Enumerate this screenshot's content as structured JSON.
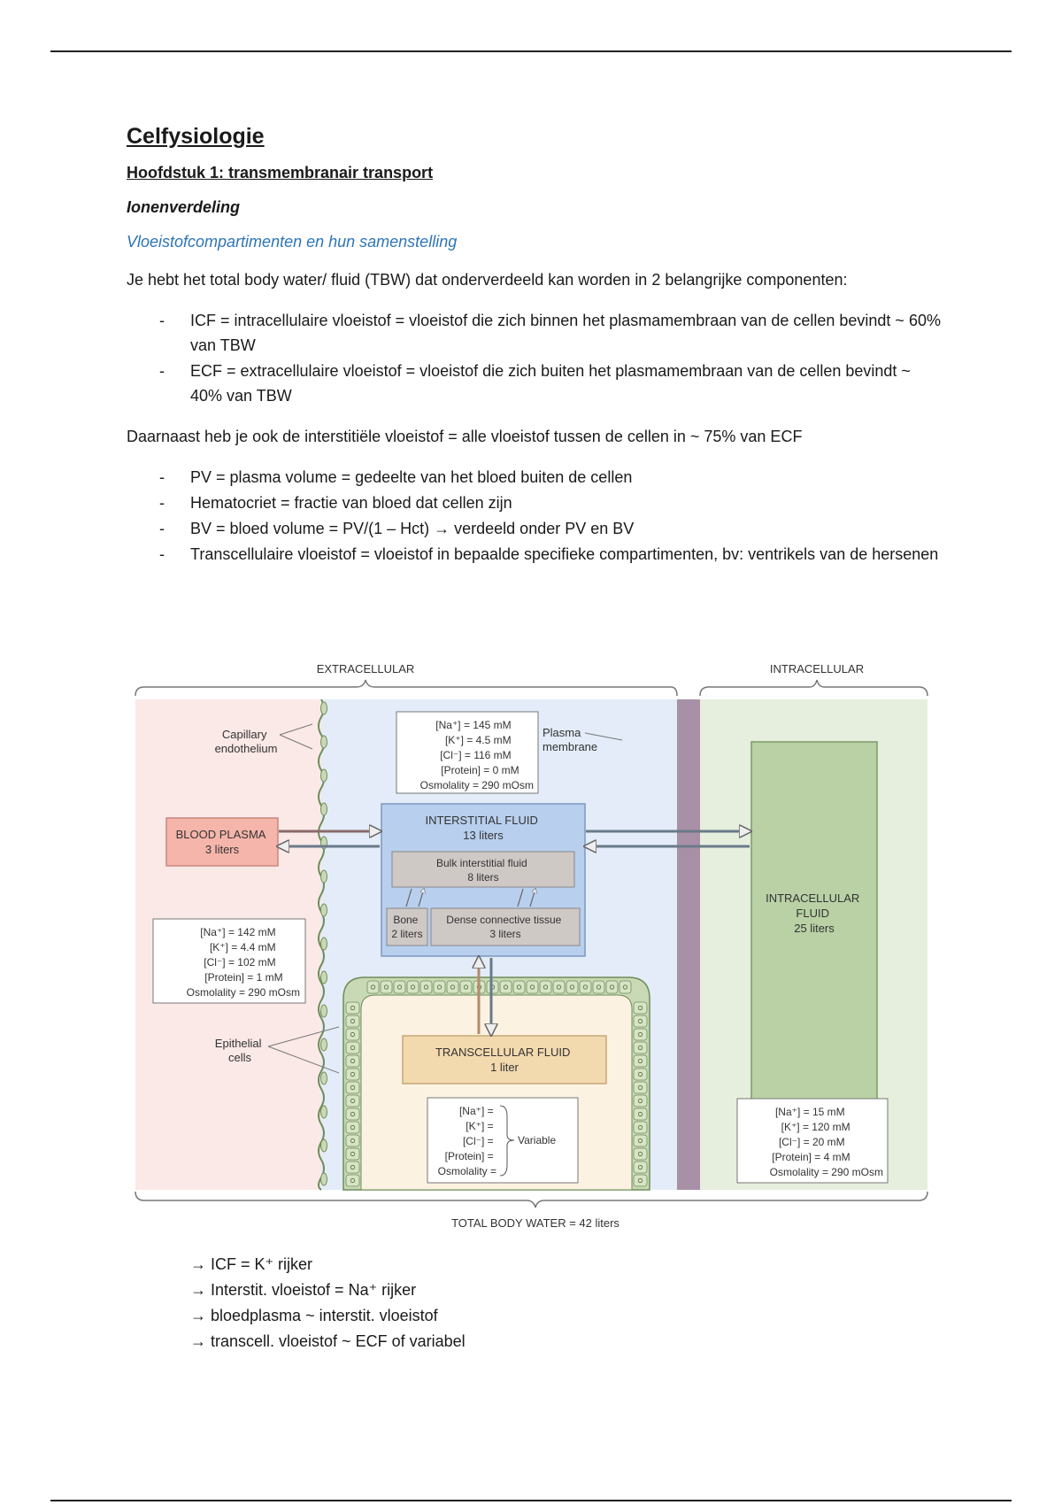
{
  "title": "Celfysiologie",
  "chapter": "Hoofdstuk 1: transmembranair transport",
  "section": "Ionenverdeling",
  "subsection": "Vloeistofcompartimenten en hun samenstelling",
  "intro": "Je hebt het total body water/ fluid (TBW) dat onderverdeeld kan worden in 2 belangrijke componenten:",
  "list1": [
    "ICF = intracellulaire vloeistof = vloeistof die zich binnen het plasmamembraan van de cellen bevindt ~ 60% van TBW",
    "ECF = extracellulaire vloeistof = vloeistof die zich buiten het plasmamembraan van de cellen bevindt ~ 40% van TBW"
  ],
  "paragraph2": "Daarnaast heb je ook de interstitiële vloeistof = alle vloeistof tussen de cellen in ~ 75% van ECF",
  "list2": [
    "PV = plasma volume = gedeelte van het bloed buiten de cellen",
    "Hematocriet = fractie van bloed dat cellen zijn",
    "BV = bloed volume = PV/(1 – Hct) → verdeeld onder PV en BV",
    "Transcellulaire vloeistof = vloeistof in bepaalde specifieke compartimenten, bv: ventrikels van de hersenen"
  ],
  "figure": {
    "extracellular_label": "EXTRACELLULAR",
    "intracellular_label": "INTRACELLULAR",
    "capillary_label": [
      "Capillary",
      "endothelium"
    ],
    "plasma_membrane_label": [
      "Plasma",
      "membrane"
    ],
    "epithelial_label": [
      "Epithelial",
      "cells"
    ],
    "interstitial_ions": [
      "[Na⁺] = 145 mM",
      "[K⁺] = 4.5 mM",
      "[Cl⁻] = 116 mM",
      "[Protein] = 0 mM",
      "Osmolality = 290 mOsm"
    ],
    "plasma_ions": [
      "[Na⁺] = 142 mM",
      "[K⁺] = 4.4 mM",
      "[Cl⁻] = 102 mM",
      "[Protein] = 1 mM",
      "Osmolality = 290 mOsm"
    ],
    "intracellular_ions": [
      "[Na⁺] = 15 mM",
      "[K⁺] = 120 mM",
      "[Cl⁻] = 20 mM",
      "[Protein] = 4 mM",
      "Osmolality = 290 mOsm"
    ],
    "transcellular_ions": [
      "[Na⁺] =",
      "[K⁺] =",
      "[Cl⁻] =",
      "[Protein] =",
      "Osmolality ="
    ],
    "variable_label": "Variable",
    "blood_plasma": [
      "BLOOD PLASMA",
      "3 liters"
    ],
    "interstitial_fluid": [
      "INTERSTITIAL FLUID",
      "13 liters"
    ],
    "bulk_interstitial": [
      "Bulk interstitial fluid",
      "8 liters"
    ],
    "bone": [
      "Bone",
      "2 liters"
    ],
    "dense_tissue": [
      "Dense connective tissue",
      "3 liters"
    ],
    "transcellular_fluid": [
      "TRANSCELLULAR FLUID",
      "1 liter"
    ],
    "intracellular_fluid": [
      "INTRACELLULAR",
      "FLUID",
      "25 liters"
    ],
    "total_body_water": "TOTAL BODY WATER = 42 liters",
    "colors": {
      "plasma_bg": "#fbe9e7",
      "interstitial_bg": "#e3ecf8",
      "intracellular_bg": "#e6eedd",
      "transcellular_bg": "#fbf2e2",
      "membrane": "#a890a6"
    }
  },
  "notes": [
    "→ ICF = K⁺ rijker",
    "→ Interstit. vloeistof = Na⁺ rijker",
    "→ bloedplasma ~ interstit. vloeistof",
    "→ transcell. vloeistof ~ ECF of variabel"
  ]
}
